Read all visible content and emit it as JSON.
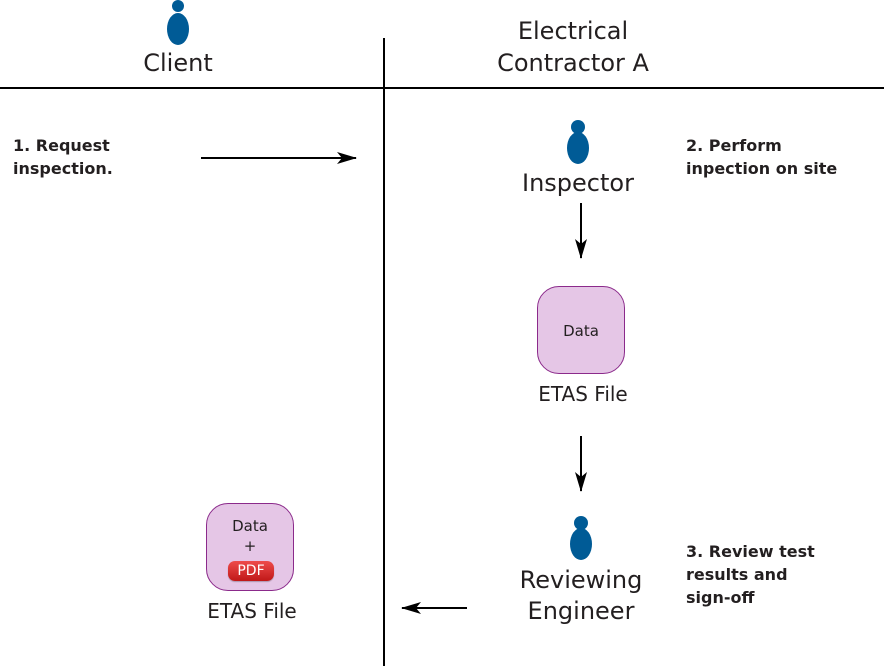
{
  "colors": {
    "person": "#005b96",
    "box_fill": "#e5c6e6",
    "box_border": "#8b2a8b",
    "pdf_badge": "#d42a2a",
    "line": "#000000",
    "text": "#231f20"
  },
  "lanes": {
    "left": {
      "title": "Client",
      "icon": "person-icon"
    },
    "right": {
      "title_line1": "Electrical",
      "title_line2": "Contractor A"
    }
  },
  "steps": {
    "step1": {
      "line1": "1. Request",
      "line2": "inspection."
    },
    "step2": {
      "line1": "2. Perform",
      "line2": "inpection on site"
    },
    "step3": {
      "line1": "3. Review test",
      "line2": "results and",
      "line3": "sign-off"
    }
  },
  "actors": {
    "inspector": {
      "label": "Inspector",
      "icon": "person-icon"
    },
    "engineer": {
      "line1": "Reviewing",
      "line2": "Engineer",
      "icon": "person-icon"
    }
  },
  "files": {
    "data_file": {
      "content": "Data",
      "label": "ETAS File"
    },
    "final_file": {
      "line1": "Data",
      "line2": "+",
      "badge": "PDF",
      "label": "ETAS File"
    }
  }
}
